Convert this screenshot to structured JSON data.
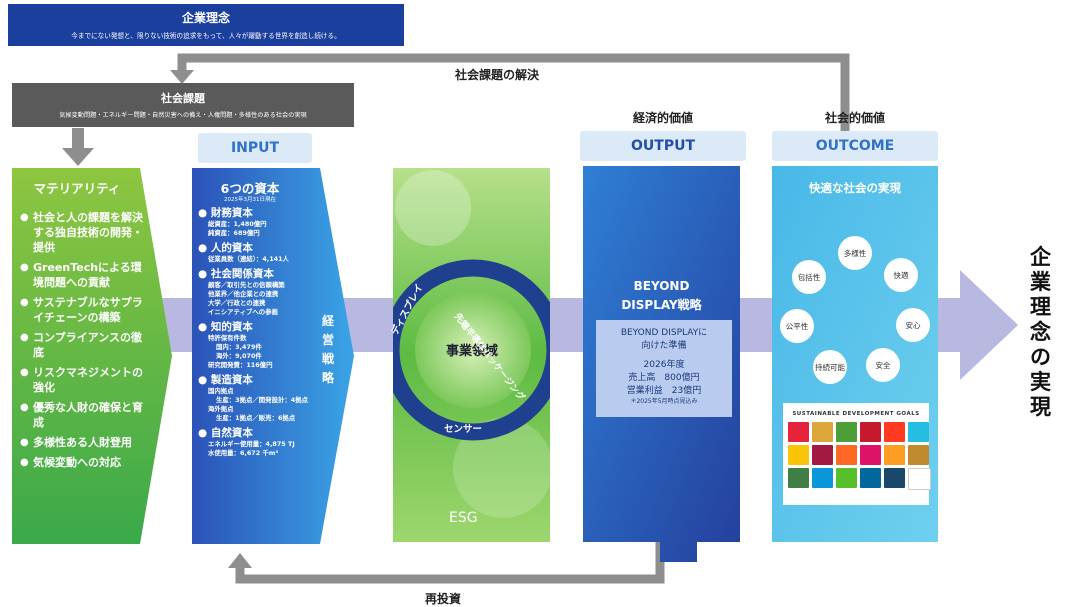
{
  "philosophy": {
    "title": "企業理念",
    "text": "今までにない発想と、限りない技術の追求をもって、人々が躍動する世界を創造し続ける。"
  },
  "social_issues": {
    "title": "社会課題",
    "text": "気候変動問題・エネルギー問題・自然災害への備え・人権問題・多様性のある社会の実現"
  },
  "loop_top_label": "社会課題の解決",
  "loop_bottom_label": "再投資",
  "materiality": {
    "title": "マテリアリティ",
    "items": [
      "社会と人の課題を解決する独自技術の開発・提供",
      "GreenTechによる環境問題への貢献",
      "サステナブルなサプライチェーンの構築",
      "コンプライアンスの徹底",
      "リスクマネジメントの強化",
      "優秀な人財の確保と育成",
      "多様性ある人財登用",
      "気候変動への対応"
    ]
  },
  "input": {
    "tag": "INPUT",
    "title": "6つの資本",
    "date": "2025年3月31日現在",
    "strategy_label": "経営戦略",
    "capitals": [
      {
        "name": "財務資本",
        "lines": [
          "総資産：1,480億円",
          "純資産：689億円"
        ]
      },
      {
        "name": "人的資本",
        "lines": [
          "従業員数（連結）：4,141人"
        ]
      },
      {
        "name": "社会関係資本",
        "lines": [
          "顧客／取引先との信頼構築",
          "他業界／他企業との連携",
          "大学／行政との連携",
          "イニシアティブへの参画"
        ]
      },
      {
        "name": "知的資本",
        "lines": [
          "特許保有件数",
          "国内：3,479件",
          "海外：9,070件",
          "研究開発費：116億円"
        ]
      },
      {
        "name": "製造資本",
        "lines": [
          "国内拠点",
          "生産：3拠点／開発設計：4拠点",
          "海外拠点",
          "生産：1拠点／販売：6拠点"
        ]
      },
      {
        "name": "自然資本",
        "lines": [
          "エネルギー使用量：4,875 TJ",
          "水使用量：6,672 千m³"
        ]
      }
    ]
  },
  "business": {
    "center": "事業領域",
    "ring": [
      "ディスプレイ",
      "先端半導体パッケージング",
      "センサー"
    ],
    "esg": "ESG"
  },
  "output": {
    "tag": "OUTPUT",
    "value_label": "経済的価値",
    "strategy_title_1": "BEYOND",
    "strategy_title_2": "DISPLAY戦略",
    "target_l1": "BEYOND DISPLAYに",
    "target_l2": "向けた準備",
    "year": "2026年度",
    "sales": "売上高　800億円",
    "profit": "営業利益　23億円",
    "note": "＊2025年5月時点見込み"
  },
  "outcome": {
    "tag": "OUTCOME",
    "value_label": "社会的価値",
    "title": "快適な社会の実現",
    "values": [
      "多様性",
      "快適",
      "安心",
      "安全",
      "持続可能",
      "公平性",
      "包括性"
    ],
    "sdgs_title": "SUSTAINABLE DEVELOPMENT GOALS",
    "sdg_colors": [
      "#e5243b",
      "#dda63a",
      "#4c9f38",
      "#c5192d",
      "#ff3a21",
      "#26bde2",
      "#fcc30b",
      "#a21942",
      "#fd6925",
      "#dd1367",
      "#fd9d24",
      "#bf8b2e",
      "#3f7e44",
      "#0a97d9",
      "#56c02b",
      "#00689d",
      "#19486a",
      "#ffffff"
    ]
  },
  "vertical_goal": "企業理念の実現"
}
